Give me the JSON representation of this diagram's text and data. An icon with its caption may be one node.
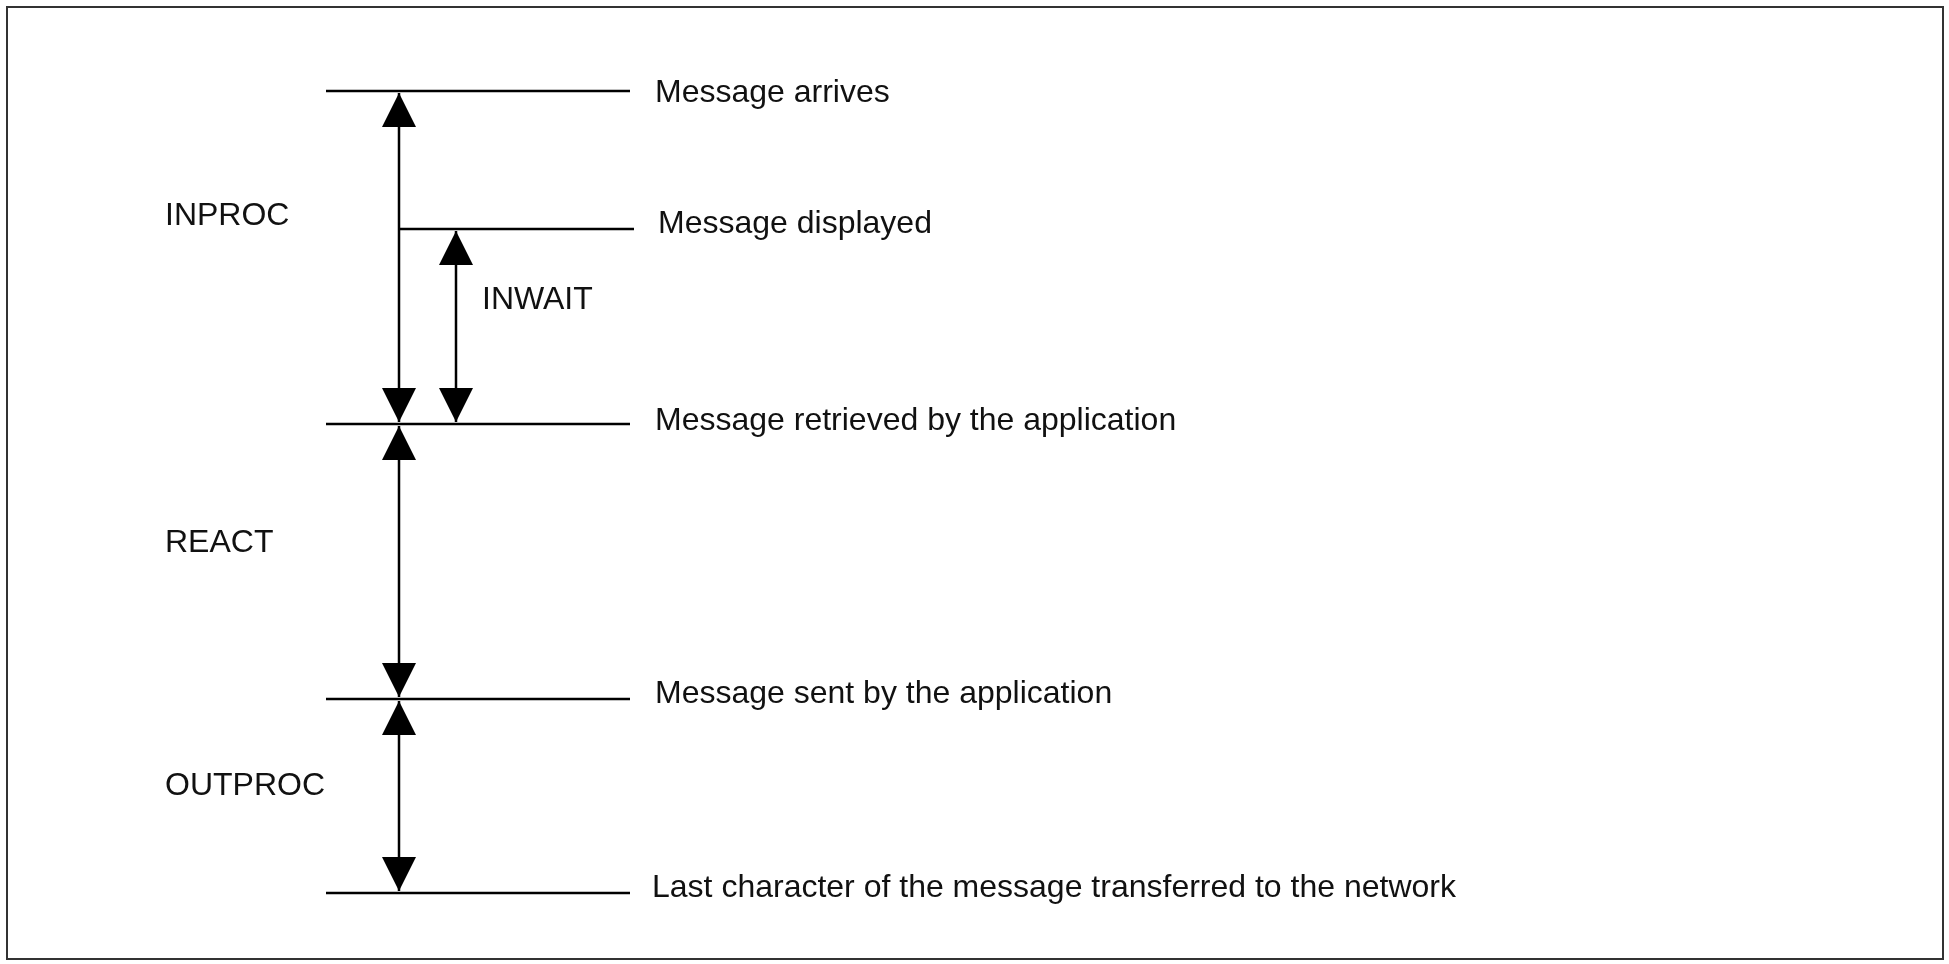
{
  "diagram": {
    "labels": [
      "Message arrives",
      "INPROC",
      "Message displayed",
      "INWAIT",
      "Message retrieved by the application",
      "REACT",
      "Message sent by the application",
      "OUTPROC",
      "Last character of the message transferred to the network"
    ]
  }
}
